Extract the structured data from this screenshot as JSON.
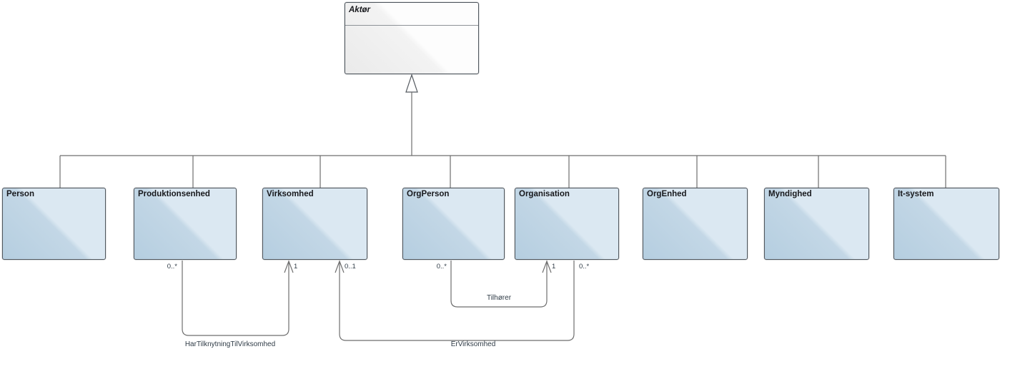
{
  "parent_class": {
    "name": "Aktør"
  },
  "classes": [
    {
      "name": "Person"
    },
    {
      "name": "Produktionsenhed"
    },
    {
      "name": "Virksomhed"
    },
    {
      "name": "OrgPerson"
    },
    {
      "name": "Organisation"
    },
    {
      "name": "OrgEnhed"
    },
    {
      "name": "Myndighed"
    },
    {
      "name": "It-system"
    }
  ],
  "generalization": {
    "parent": "Aktør",
    "children": [
      "Person",
      "Produktionsenhed",
      "Virksomhed",
      "OrgPerson",
      "Organisation",
      "OrgEnhed",
      "Myndighed",
      "It-system"
    ]
  },
  "associations": [
    {
      "name": "HarTilknytningTilVirksomhed",
      "from": "Produktionsenhed",
      "from_multiplicity": "0..*",
      "to": "Virksomhed",
      "to_multiplicity": "1"
    },
    {
      "name": "ErVirksomhed",
      "from": "Organisation",
      "from_multiplicity": "0..*",
      "to": "Virksomhed",
      "to_multiplicity": "0..1"
    },
    {
      "name": "Tilhører",
      "from": "OrgPerson",
      "from_multiplicity": "0..*",
      "to": "Organisation",
      "to_multiplicity": "1"
    }
  ],
  "colors": {
    "class_fill_start": "#b5cee0",
    "class_fill_mid": "#c3d7e6",
    "class_fill_end": "#dbe8f2",
    "class_border": "#50575e",
    "parent_fill_start": "#eaeaea",
    "parent_fill_end": "#fdfdfd",
    "connector": "#6e6e6e",
    "label_text": "#2f3b46",
    "class_name_text": "#17181c"
  }
}
